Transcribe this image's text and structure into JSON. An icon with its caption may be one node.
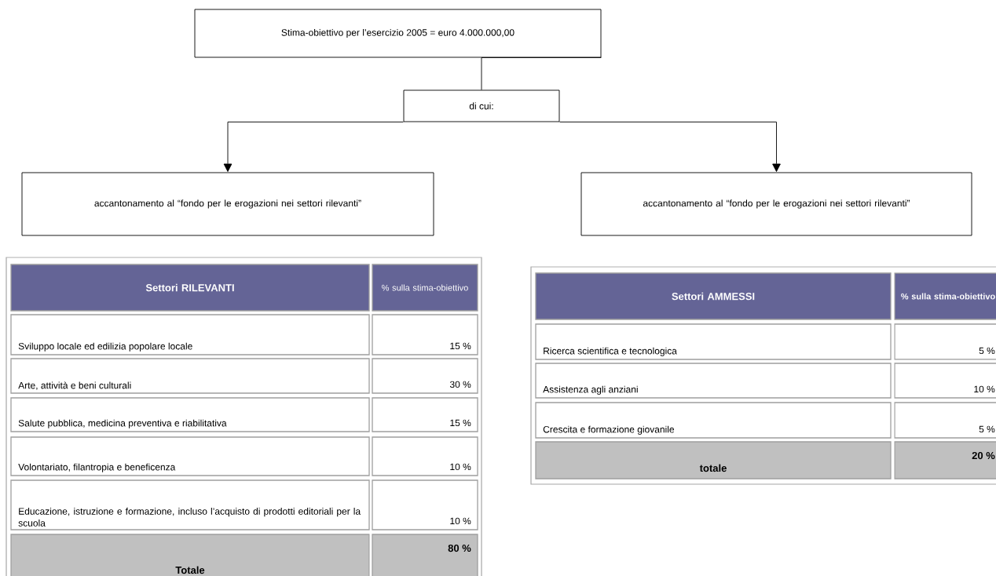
{
  "diagram": {
    "nodes": [
      {
        "text": [
          "Stima-obiettivo per l’esercizio 2005 = euro 4.000.000,00"
        ]
      },
      {
        "text": [
          "di cui:"
        ]
      },
      {
        "text": [
          "accantonamento al “fondo per le erogazioni nei settori rilevanti”"
        ]
      },
      {
        "text": [
          "accantonamento al “fondo per le erogazioni nei settori rilevanti”"
        ]
      }
    ],
    "edges": [
      {
        "from": 0,
        "to": 1,
        "arrow": "none"
      },
      {
        "from": 1,
        "to": 2,
        "arrow": "to"
      },
      {
        "from": 1,
        "to": 3,
        "arrow": "to"
      }
    ],
    "labels": [
      "Settori RILEVANTI",
      "% sulla stima-obiettivo",
      "Sviluppo locale ed edilizia popolare locale",
      "15 %",
      "Arte, attività e beni culturali",
      "30 %",
      "Salute pubblica, medicina preventiva e riabilitativa",
      "15 %",
      "Volontariato, filantropia e beneficenza",
      "10 %",
      "Educazione, istruzione e formazione, incluso l’acquisto di prodotti editoriali per la scuola",
      "10 %",
      "Totale",
      "80 %",
      "Settori AMMESSI",
      "% sulla stima-obiettivo",
      "Ricerca scientifica e tecnologica",
      "5 %",
      "Assistenza agli anziani",
      "10 %",
      "Crescita e formazione giovanile",
      "5 %",
      "totale",
      "20 %"
    ]
  }
}
